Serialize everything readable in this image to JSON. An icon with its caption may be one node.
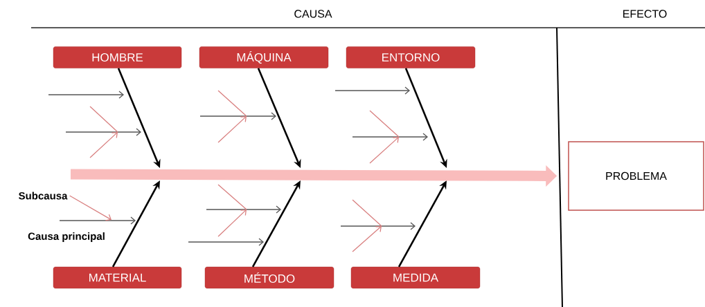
{
  "diagram": {
    "nodes": [
      {
        "text": [
          "HOMBRE"
        ]
      },
      {
        "text": [
          "MÁQUINA"
        ]
      },
      {
        "text": [
          "ENTORNO"
        ]
      },
      {
        "text": [
          "MATERIAL"
        ]
      },
      {
        "text": [
          "MÉTODO"
        ]
      },
      {
        "text": [
          "MEDIDA"
        ]
      },
      {
        "text": [
          "PROBLEMA"
        ]
      },
      {
        "text": [
          "Subcausa"
        ]
      }
    ],
    "edges": [
      {
        "from": 0,
        "to": null,
        "arrow": "to"
      },
      {
        "from": 1,
        "to": null,
        "arrow": "to"
      },
      {
        "from": 2,
        "to": null,
        "arrow": "to"
      },
      {
        "from": 3,
        "to": null,
        "arrow": "to"
      },
      {
        "from": 4,
        "to": null,
        "arrow": "to"
      },
      {
        "from": 5,
        "to": null,
        "arrow": "to"
      },
      {
        "from": null,
        "to": 6,
        "arrow": "to",
        "style": "thick",
        "color": "#f9bcbc"
      },
      {
        "from": 7,
        "to": null,
        "arrow": "to",
        "color": "#d98080"
      }
    ],
    "labels": [
      "CAUSA",
      "EFECTO",
      "Causa principal"
    ]
  }
}
